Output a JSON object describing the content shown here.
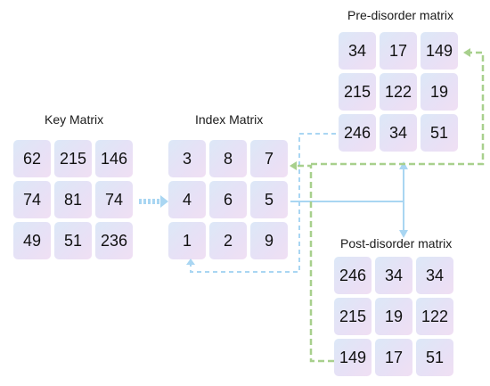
{
  "matrices": {
    "key": {
      "title": "Key Matrix",
      "rows": [
        [
          "62",
          "215",
          "146"
        ],
        [
          "74",
          "81",
          "74"
        ],
        [
          "49",
          "51",
          "236"
        ]
      ]
    },
    "index": {
      "title": "Index Matrix",
      "rows": [
        [
          "3",
          "8",
          "7"
        ],
        [
          "4",
          "6",
          "5"
        ],
        [
          "1",
          "2",
          "9"
        ]
      ]
    },
    "pre": {
      "title": "Pre-disorder matrix",
      "rows": [
        [
          "34",
          "17",
          "149"
        ],
        [
          "215",
          "122",
          "19"
        ],
        [
          "246",
          "34",
          "51"
        ]
      ]
    },
    "post": {
      "title": "Post-disorder matrix",
      "rows": [
        [
          "246",
          "34",
          "34"
        ],
        [
          "215",
          "19",
          "122"
        ],
        [
          "149",
          "17",
          "51"
        ]
      ]
    }
  },
  "colors": {
    "blue_arrow": "#a9d6f2",
    "green_dashed": "#a8d08d",
    "cell_gradient": [
      "#dce8f7",
      "#e7e1f6",
      "#f0dff3"
    ]
  }
}
